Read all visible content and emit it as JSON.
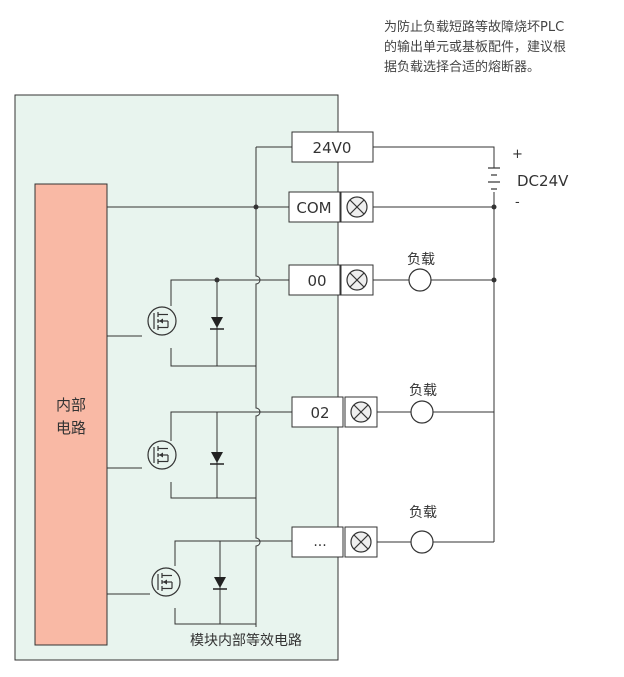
{
  "note": "为防止负载短路等故障烧坏PLC\n的输出单元或基板配件，建议根\n据负载选择合适的熔断器。",
  "internal_circuit": {
    "line1": "内部",
    "line2": "电路"
  },
  "module_caption": "模块内部等效电路",
  "power": {
    "label": "DC24V",
    "plus": "+",
    "minus": "-"
  },
  "terminals": {
    "v0": "24V0",
    "com": "COM",
    "t00": "00",
    "t02": "02",
    "tmore": "..."
  },
  "load_label": "负载",
  "colors": {
    "module_bg": "#e8f4ee",
    "internal_fill": "#f9b9a5",
    "line": "#333333"
  }
}
